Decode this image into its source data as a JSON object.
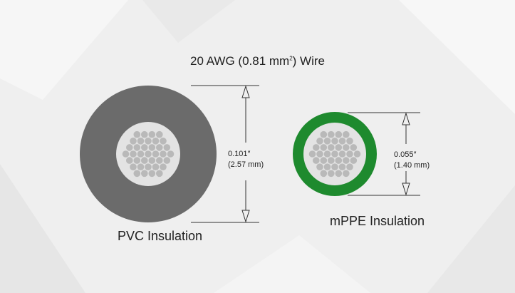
{
  "title": {
    "prefix": "20 AWG (0.81 mm",
    "superscript": "2",
    "suffix": ") Wire"
  },
  "wires": [
    {
      "caption": "PVC Insulation",
      "diameter_in": "0.101″",
      "diameter_mm": "(2.57 mm)",
      "insulation_color": "#6b6b6b"
    },
    {
      "caption": "mPPE Insulation",
      "diameter_in": "0.055″",
      "diameter_mm": "(1.40 mm)",
      "insulation_color": "#1e8a2e"
    }
  ],
  "colors": {
    "background": "#efefef",
    "strand": "#b9b9b9",
    "strand_gap": "#dcdcdc",
    "line": "#333333"
  }
}
